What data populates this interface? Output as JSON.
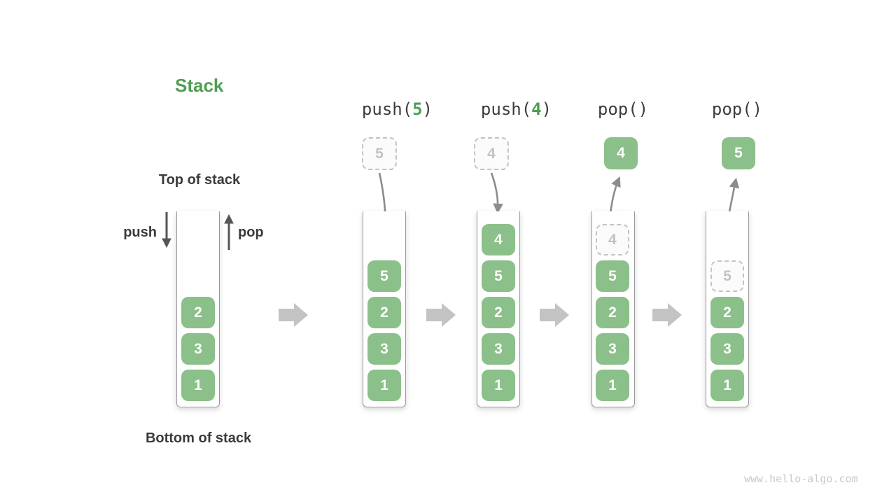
{
  "title": "Stack",
  "watermark": "www.hello-algo.com",
  "stack_labels": {
    "top": "Top of stack",
    "bottom": "Bottom of stack",
    "push": "push",
    "pop": "pop"
  },
  "operations": [
    {
      "pre": "push(",
      "arg": "5",
      "post": ")"
    },
    {
      "pre": "push(",
      "arg": "4",
      "post": ")"
    },
    {
      "pre": "pop()",
      "arg": "",
      "post": ""
    },
    {
      "pre": "pop()",
      "arg": "",
      "post": ""
    }
  ],
  "stages": [
    {
      "cells": [
        "2",
        "3",
        "1"
      ]
    },
    {
      "ghost_top": "5",
      "cells": [
        "5",
        "2",
        "3",
        "1"
      ]
    },
    {
      "ghost_top": "4",
      "cells": [
        "4",
        "5",
        "2",
        "3",
        "1"
      ]
    },
    {
      "popped": "4",
      "ghost_in_stack": "4",
      "cells": [
        "5",
        "2",
        "3",
        "1"
      ]
    },
    {
      "popped": "5",
      "ghost_in_stack": "5",
      "cells": [
        "2",
        "3",
        "1"
      ]
    }
  ],
  "colors": {
    "accent_green": "#4f9e52",
    "box_green": "#8cc08a",
    "dark_text": "#3a3a3a",
    "flow_arrow": "#8c8c8c",
    "push_pop_arrow": "#565656",
    "block_arrow": "#c3c3c3",
    "container_border": "#9a9a9a",
    "ghost_border": "#c4c4c4"
  }
}
